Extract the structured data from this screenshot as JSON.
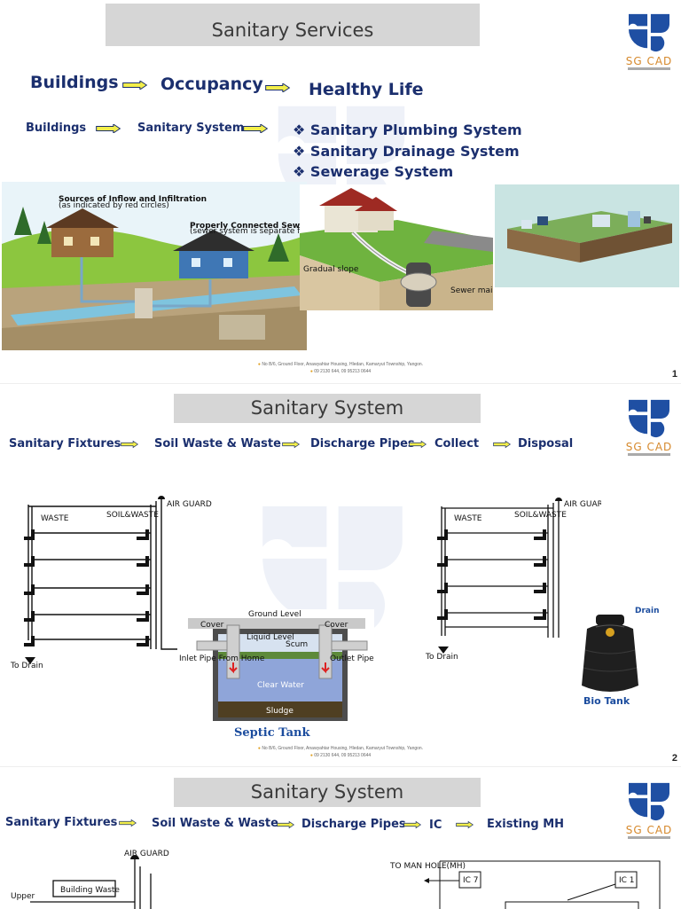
{
  "slides": [
    {
      "title": "Sanitary Services",
      "flow_top": [
        "Buildings",
        "Occupancy",
        "Healthy Life"
      ],
      "flow_mid": [
        "Buildings",
        "Sanitary System"
      ],
      "bullets": [
        "Sanitary Plumbing System",
        "Sanitary Drainage System",
        "Sewerage System"
      ],
      "image_texts": {
        "sources": "Sources of Inflow and Infiltration",
        "sources_sub": "(as indicated by red circles)",
        "connected": "Properly Connected Sewer System",
        "connected_sub": "(sewer system is separate from stormwater system)",
        "gradual_slope": "Gradual slope",
        "sewer_main": "Sewer main"
      },
      "page_number": "1"
    },
    {
      "title": "Sanitary System",
      "flow": [
        "Sanitary Fixtures",
        "Soil Waste & Waste",
        "Discharge Pipes",
        "Collect",
        "Disposal"
      ],
      "diagram": {
        "waste": "WASTE",
        "soil_waste": "SOIL&WASTE",
        "air_guard": "AIR GUARD",
        "to_drain": "To Drain"
      },
      "septic": {
        "ground_level": "Ground Level",
        "cover_left": "Cover",
        "cover_right": "Cover",
        "liquid_level": "Liquid Level",
        "scum": "Scum",
        "inlet": "Inlet Pipe From Home",
        "outlet": "Outlet Pipe to Leaching Area",
        "clear_water": "Clear Water",
        "sludge": "Sludge",
        "caption": "Septic Tank"
      },
      "drain_label": "Drain",
      "bio_tank": "Bio Tank",
      "page_number": "2"
    },
    {
      "title": "Sanitary System",
      "flow": [
        "Sanitary Fixtures",
        "Soil Waste & Waste",
        "Discharge Pipes",
        "IC",
        "Existing MH"
      ],
      "diagram": {
        "air_guard": "AIR GUARD",
        "building_waste": "Building Waste",
        "upper": "Upper",
        "to_manhole": "TO MAN HOLE(MH)",
        "ic7": "IC 7",
        "ic1": "IC 1"
      }
    }
  ],
  "logo_text": "SG CAD",
  "footer_address": "No B/6, Ground Floor, Anawyahtar Housing, Hledan, Kamaryut Township, Yangon.",
  "footer_phone": "09 2130 644, 09 95213 0644",
  "colors": {
    "navy": "#1b2f6e",
    "logo_blue": "#1f4fa3",
    "logo_orange": "#d6892c",
    "title_bg": "#d6d6d6",
    "arrow_yellow": "#f2ee4a"
  }
}
